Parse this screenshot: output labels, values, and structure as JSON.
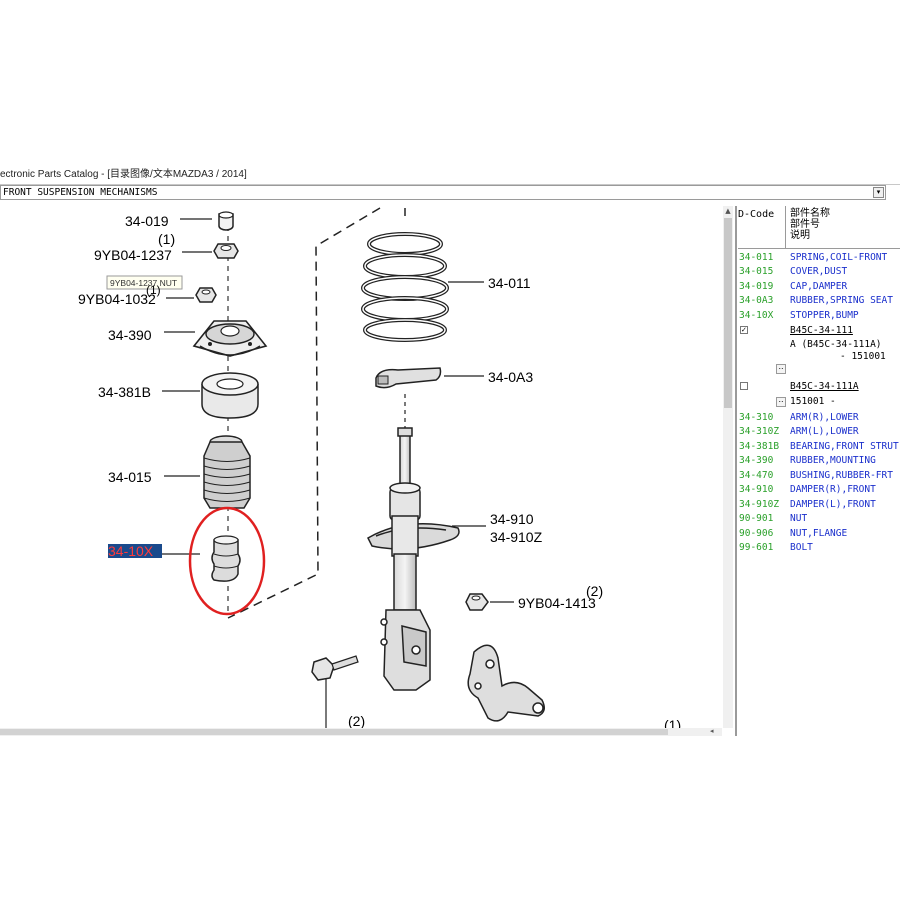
{
  "window": {
    "title": "ectronic Parts Catalog - [目录图像/文本MAZDA3 / 2014]",
    "section": "FRONT SUSPENSION MECHANISMS"
  },
  "diagram": {
    "labels": {
      "l_34_019": "34-019",
      "q1": "(1)",
      "l_9yb04_1237": "9YB04-1237",
      "tooltip": "9YB04-1237 NUT",
      "q1b": "(1)",
      "l_9yb04_1032": "9YB04-1032",
      "l_34_390": "34-390",
      "l_34_381b": "34-381B",
      "l_34_015": "34-015",
      "l_34_10x": "34-10X",
      "l_34_011": "34-011",
      "l_34_0a3": "34-0A3",
      "l_34_910": "34-910",
      "l_34_910z": "34-910Z",
      "q2": "(2)",
      "l_9yb04_1413": "9YB04-1413",
      "q2b": "(2)",
      "q1c": "(1)"
    },
    "highlight_color": "#e02020",
    "selected_label_bg": "#1a4a8c",
    "selected_label_fg": "#ff3b3b"
  },
  "panel": {
    "header": {
      "code": "D-Code",
      "name_l1": "部件名称",
      "name_l2": "部件号",
      "name_l3": "说明"
    },
    "rows_top": [
      {
        "code": "34-011",
        "name": "SPRING,COIL-FRONT"
      },
      {
        "code": "34-015",
        "name": "COVER,DUST"
      },
      {
        "code": "34-019",
        "name": "CAP,DAMPER"
      },
      {
        "code": "34-0A3",
        "name": "RUBBER,SPRING SEAT"
      },
      {
        "code": "34-10X",
        "name": "STOPPER,BUMP"
      }
    ],
    "sub": {
      "part1": "B45C-34-111",
      "alt1": "A (B45C-34-111A)",
      "date1": "- 151001",
      "part2": "B45C-34-111A",
      "date2": "151001  -"
    },
    "rows_bottom": [
      {
        "code": "34-310",
        "name": "ARM(R),LOWER"
      },
      {
        "code": "34-310Z",
        "name": "ARM(L),LOWER"
      },
      {
        "code": "34-381B",
        "name": "BEARING,FRONT STRUT"
      },
      {
        "code": "34-390",
        "name": "RUBBER,MOUNTING"
      },
      {
        "code": "34-470",
        "name": "BUSHING,RUBBER-FRT"
      },
      {
        "code": "34-910",
        "name": "DAMPER(R),FRONT"
      },
      {
        "code": "34-910Z",
        "name": "DAMPER(L),FRONT"
      },
      {
        "code": "90-901",
        "name": "NUT"
      },
      {
        "code": "90-906",
        "name": "NUT,FLANGE"
      },
      {
        "code": "99-601",
        "name": "BOLT"
      }
    ]
  }
}
